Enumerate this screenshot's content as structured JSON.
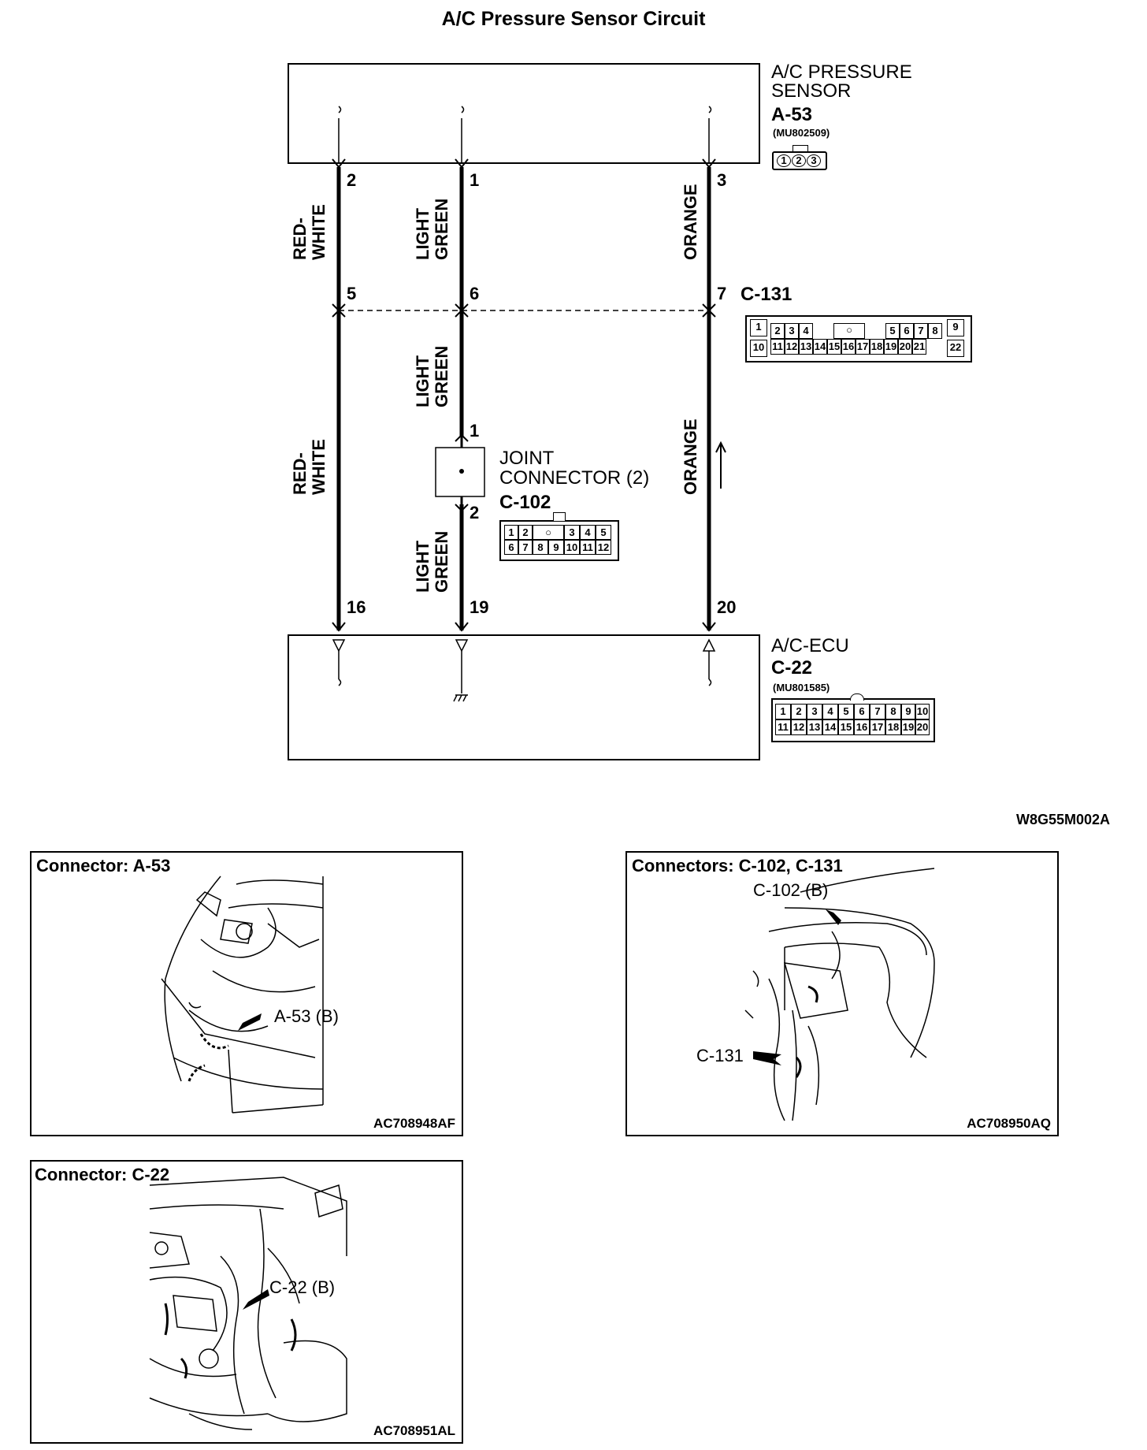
{
  "title": "A/C Pressure Sensor Circuit",
  "sensor": {
    "name_line1": "A/C PRESSURE",
    "name_line2": "SENSOR",
    "connector": "A-53",
    "part_number": "(MU802509)",
    "pins": [
      "1",
      "2",
      "3"
    ]
  },
  "wires": {
    "left": {
      "pin_top": "2",
      "pin_mid": "5",
      "pin_bottom": "16",
      "color_line1": "RED-",
      "color_line2": "WHITE"
    },
    "center": {
      "pin_top": "1",
      "pin_mid": "6",
      "pin_bottom": "19",
      "color_line1": "LIGHT",
      "color_line2": "GREEN"
    },
    "right": {
      "pin_top": "3",
      "pin_mid": "7",
      "pin_bottom": "20",
      "color": "ORANGE"
    }
  },
  "intermediate_connector": {
    "name": "C-131",
    "pins_row1": [
      "1",
      "2",
      "3",
      "4",
      "5",
      "6",
      "7",
      "8",
      "9"
    ],
    "pins_row2": [
      "10",
      "11",
      "12",
      "13",
      "14",
      "15",
      "16",
      "17",
      "18",
      "19",
      "20",
      "21",
      "22"
    ]
  },
  "joint_connector": {
    "name_line1": "JOINT",
    "name_line2": "CONNECTOR (2)",
    "connector": "C-102",
    "pin_in": "1",
    "pin_out": "2",
    "pins_row1": [
      "1",
      "2",
      "3",
      "4",
      "5"
    ],
    "pins_row2": [
      "6",
      "7",
      "8",
      "9",
      "10",
      "11",
      "12"
    ]
  },
  "ecu": {
    "name": "A/C-ECU",
    "connector": "C-22",
    "part_number": "(MU801585)",
    "pins_row1": [
      "1",
      "2",
      "3",
      "4",
      "5",
      "6",
      "7",
      "8",
      "9",
      "10"
    ],
    "pins_row2": [
      "11",
      "12",
      "13",
      "14",
      "15",
      "16",
      "17",
      "18",
      "19",
      "20"
    ]
  },
  "diagram_code": "W8G55M002A",
  "panels": {
    "a53": {
      "title": "Connector: A-53",
      "callout": "A-53 (B)",
      "code": "AC708948AF"
    },
    "c102_c131": {
      "title": "Connectors: C-102, C-131",
      "callout1": "C-102 (B)",
      "callout2": "C-131",
      "code": "AC708950AQ"
    },
    "c22": {
      "title": "Connector: C-22",
      "callout": "C-22 (B)",
      "code": "AC708951AL"
    }
  }
}
